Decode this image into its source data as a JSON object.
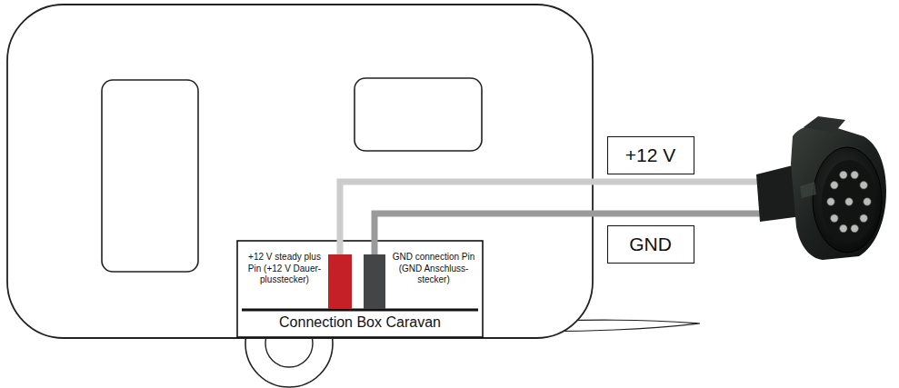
{
  "diagram": {
    "nodes": [
      {
        "text": [
          "+12 V steady plus Pin (+12 V Dauer-plusstecker)",
          "GND connection Pin (GND Anschluss-stecker)",
          "Connection Box Caravan"
        ]
      },
      {
        "text": [
          "+12 V"
        ]
      },
      {
        "text": [
          "GND"
        ]
      }
    ]
  }
}
